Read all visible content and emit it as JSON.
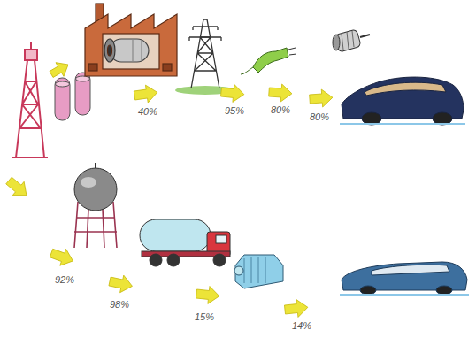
{
  "diagram": {
    "labels": [
      "40%",
      "95%",
      "80%",
      "80%",
      "92%",
      "98%",
      "15%",
      "14%"
    ]
  }
}
